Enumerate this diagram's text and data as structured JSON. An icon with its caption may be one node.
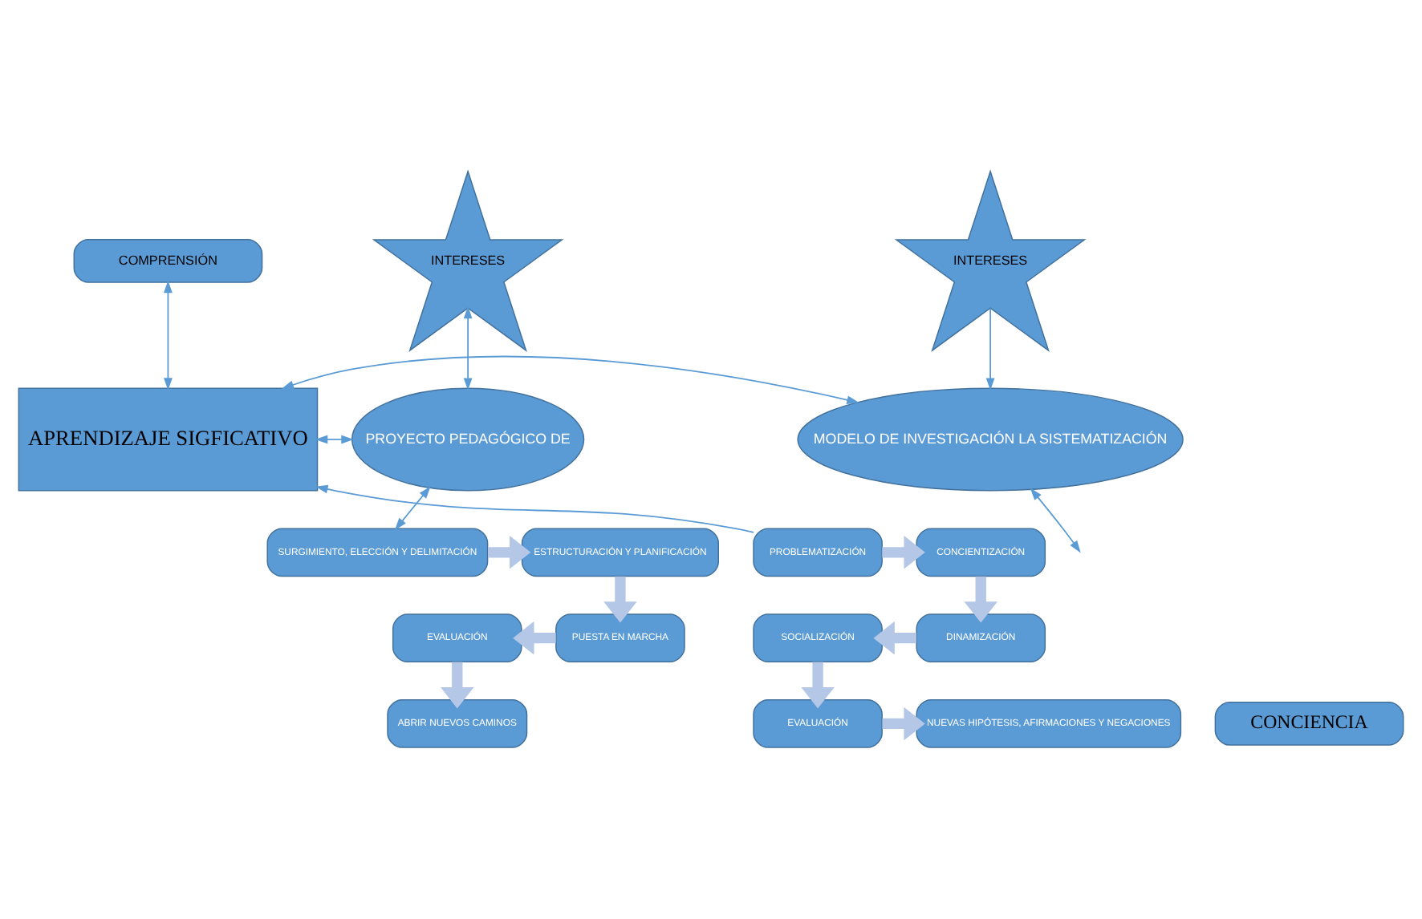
{
  "diagram": {
    "nodes": [
      {
        "text": [
          "INTERESES"
        ]
      },
      {
        "text": [
          "COMPRENSIÓN"
        ]
      },
      {
        "text": [
          "INTERESES"
        ]
      },
      {
        "text": [
          "APRENDIZAJE SIGFICATIVO"
        ]
      },
      {
        "text": [
          "PROYECTO PEDAGÓGICO DE"
        ]
      },
      {
        "text": [
          "MODELO DE INVESTIGACIÓN LA SISTEMATIZACIÓN"
        ]
      },
      {
        "text": [
          "SURGIMIENTO, ELECCIÓN Y DELIMITACIÓN"
        ]
      },
      {
        "text": [
          "ESTRUCTURACIÓN Y PLANIFICACIÓN"
        ]
      },
      {
        "text": [
          "PROBLEMATIZACIÓN"
        ]
      },
      {
        "text": [
          "CONCIENTIZACIÓN"
        ]
      },
      {
        "text": [
          "EVALUACIÓN"
        ]
      },
      {
        "text": [
          "PUESTA EN MARCHA"
        ]
      },
      {
        "text": [
          "SOCIALIZACIÓN"
        ]
      },
      {
        "text": [
          "DINAMIZACIÓN"
        ]
      },
      {
        "text": [
          "ABRIR NUEVOS CAMINOS"
        ]
      },
      {
        "text": [
          "CONCIENCIA"
        ]
      },
      {
        "text": [
          "EVALUACIÓN"
        ]
      },
      {
        "text": [
          "NUEVAS HIPÓTESIS, AFIRMACIONES Y NEGACIONES"
        ]
      }
    ],
    "edges": [
      {
        "from": 0,
        "to": 4,
        "arrow": "both",
        "color": "#5b9bd5"
      },
      {
        "from": 1,
        "to": 3,
        "arrow": "both",
        "color": "#5b9bd5"
      },
      {
        "from": 2,
        "to": 5,
        "arrow": "to",
        "color": "#5b9bd5"
      },
      {
        "from": 3,
        "to": 4,
        "arrow": "both",
        "color": "#5b9bd5"
      },
      {
        "from": 3,
        "to": 5,
        "arrow": "both",
        "color": "#5b9bd5"
      },
      {
        "from": 8,
        "to": 3,
        "arrow": "to",
        "color": "#5b9bd5"
      },
      {
        "from": 4,
        "to": 6,
        "arrow": "both",
        "color": "#5b9bd5"
      },
      {
        "from": 5,
        "to": null,
        "arrow": "both",
        "color": "#5b9bd5"
      },
      {
        "from": 6,
        "to": 7,
        "arrow": "to"
      },
      {
        "from": 7,
        "to": 11,
        "arrow": "to"
      },
      {
        "from": 11,
        "to": 10,
        "arrow": "to"
      },
      {
        "from": 10,
        "to": 14,
        "arrow": "to"
      },
      {
        "from": 8,
        "to": 9,
        "arrow": "to"
      },
      {
        "from": 9,
        "to": 13,
        "arrow": "to"
      },
      {
        "from": 13,
        "to": 12,
        "arrow": "to"
      },
      {
        "from": 12,
        "to": 16,
        "arrow": "to"
      },
      {
        "from": 16,
        "to": 17,
        "arrow": "to"
      }
    ]
  }
}
